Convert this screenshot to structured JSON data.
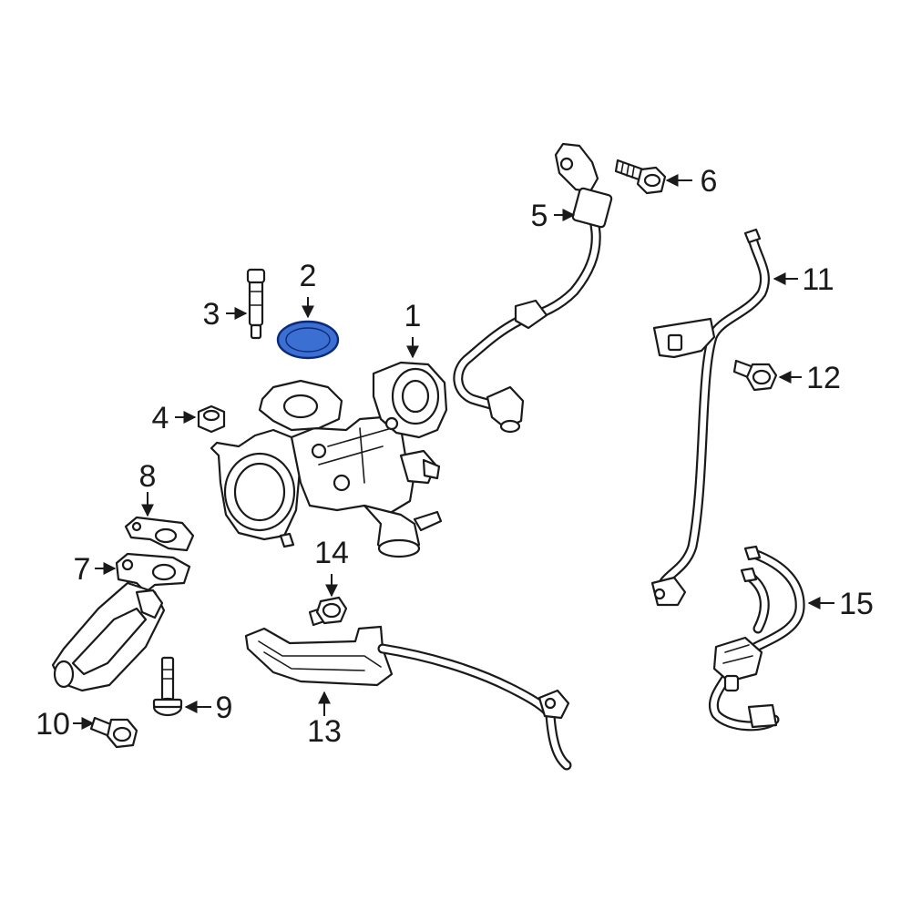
{
  "callouts": [
    {
      "id": "1",
      "text": "1"
    },
    {
      "id": "2",
      "text": "2"
    },
    {
      "id": "3",
      "text": "3"
    },
    {
      "id": "4",
      "text": "4"
    },
    {
      "id": "5",
      "text": "5"
    },
    {
      "id": "6",
      "text": "6"
    },
    {
      "id": "7",
      "text": "7"
    },
    {
      "id": "8",
      "text": "8"
    },
    {
      "id": "9",
      "text": "9"
    },
    {
      "id": "10",
      "text": "10"
    },
    {
      "id": "11",
      "text": "11"
    },
    {
      "id": "12",
      "text": "12"
    },
    {
      "id": "13",
      "text": "13"
    },
    {
      "id": "14",
      "text": "14"
    },
    {
      "id": "15",
      "text": "15"
    }
  ],
  "highlight": {
    "part": "2",
    "fill": "#3b6fd1",
    "stroke": "#0b2a7a"
  },
  "colors": {
    "line": "#1a1a1a",
    "background": "#ffffff"
  }
}
